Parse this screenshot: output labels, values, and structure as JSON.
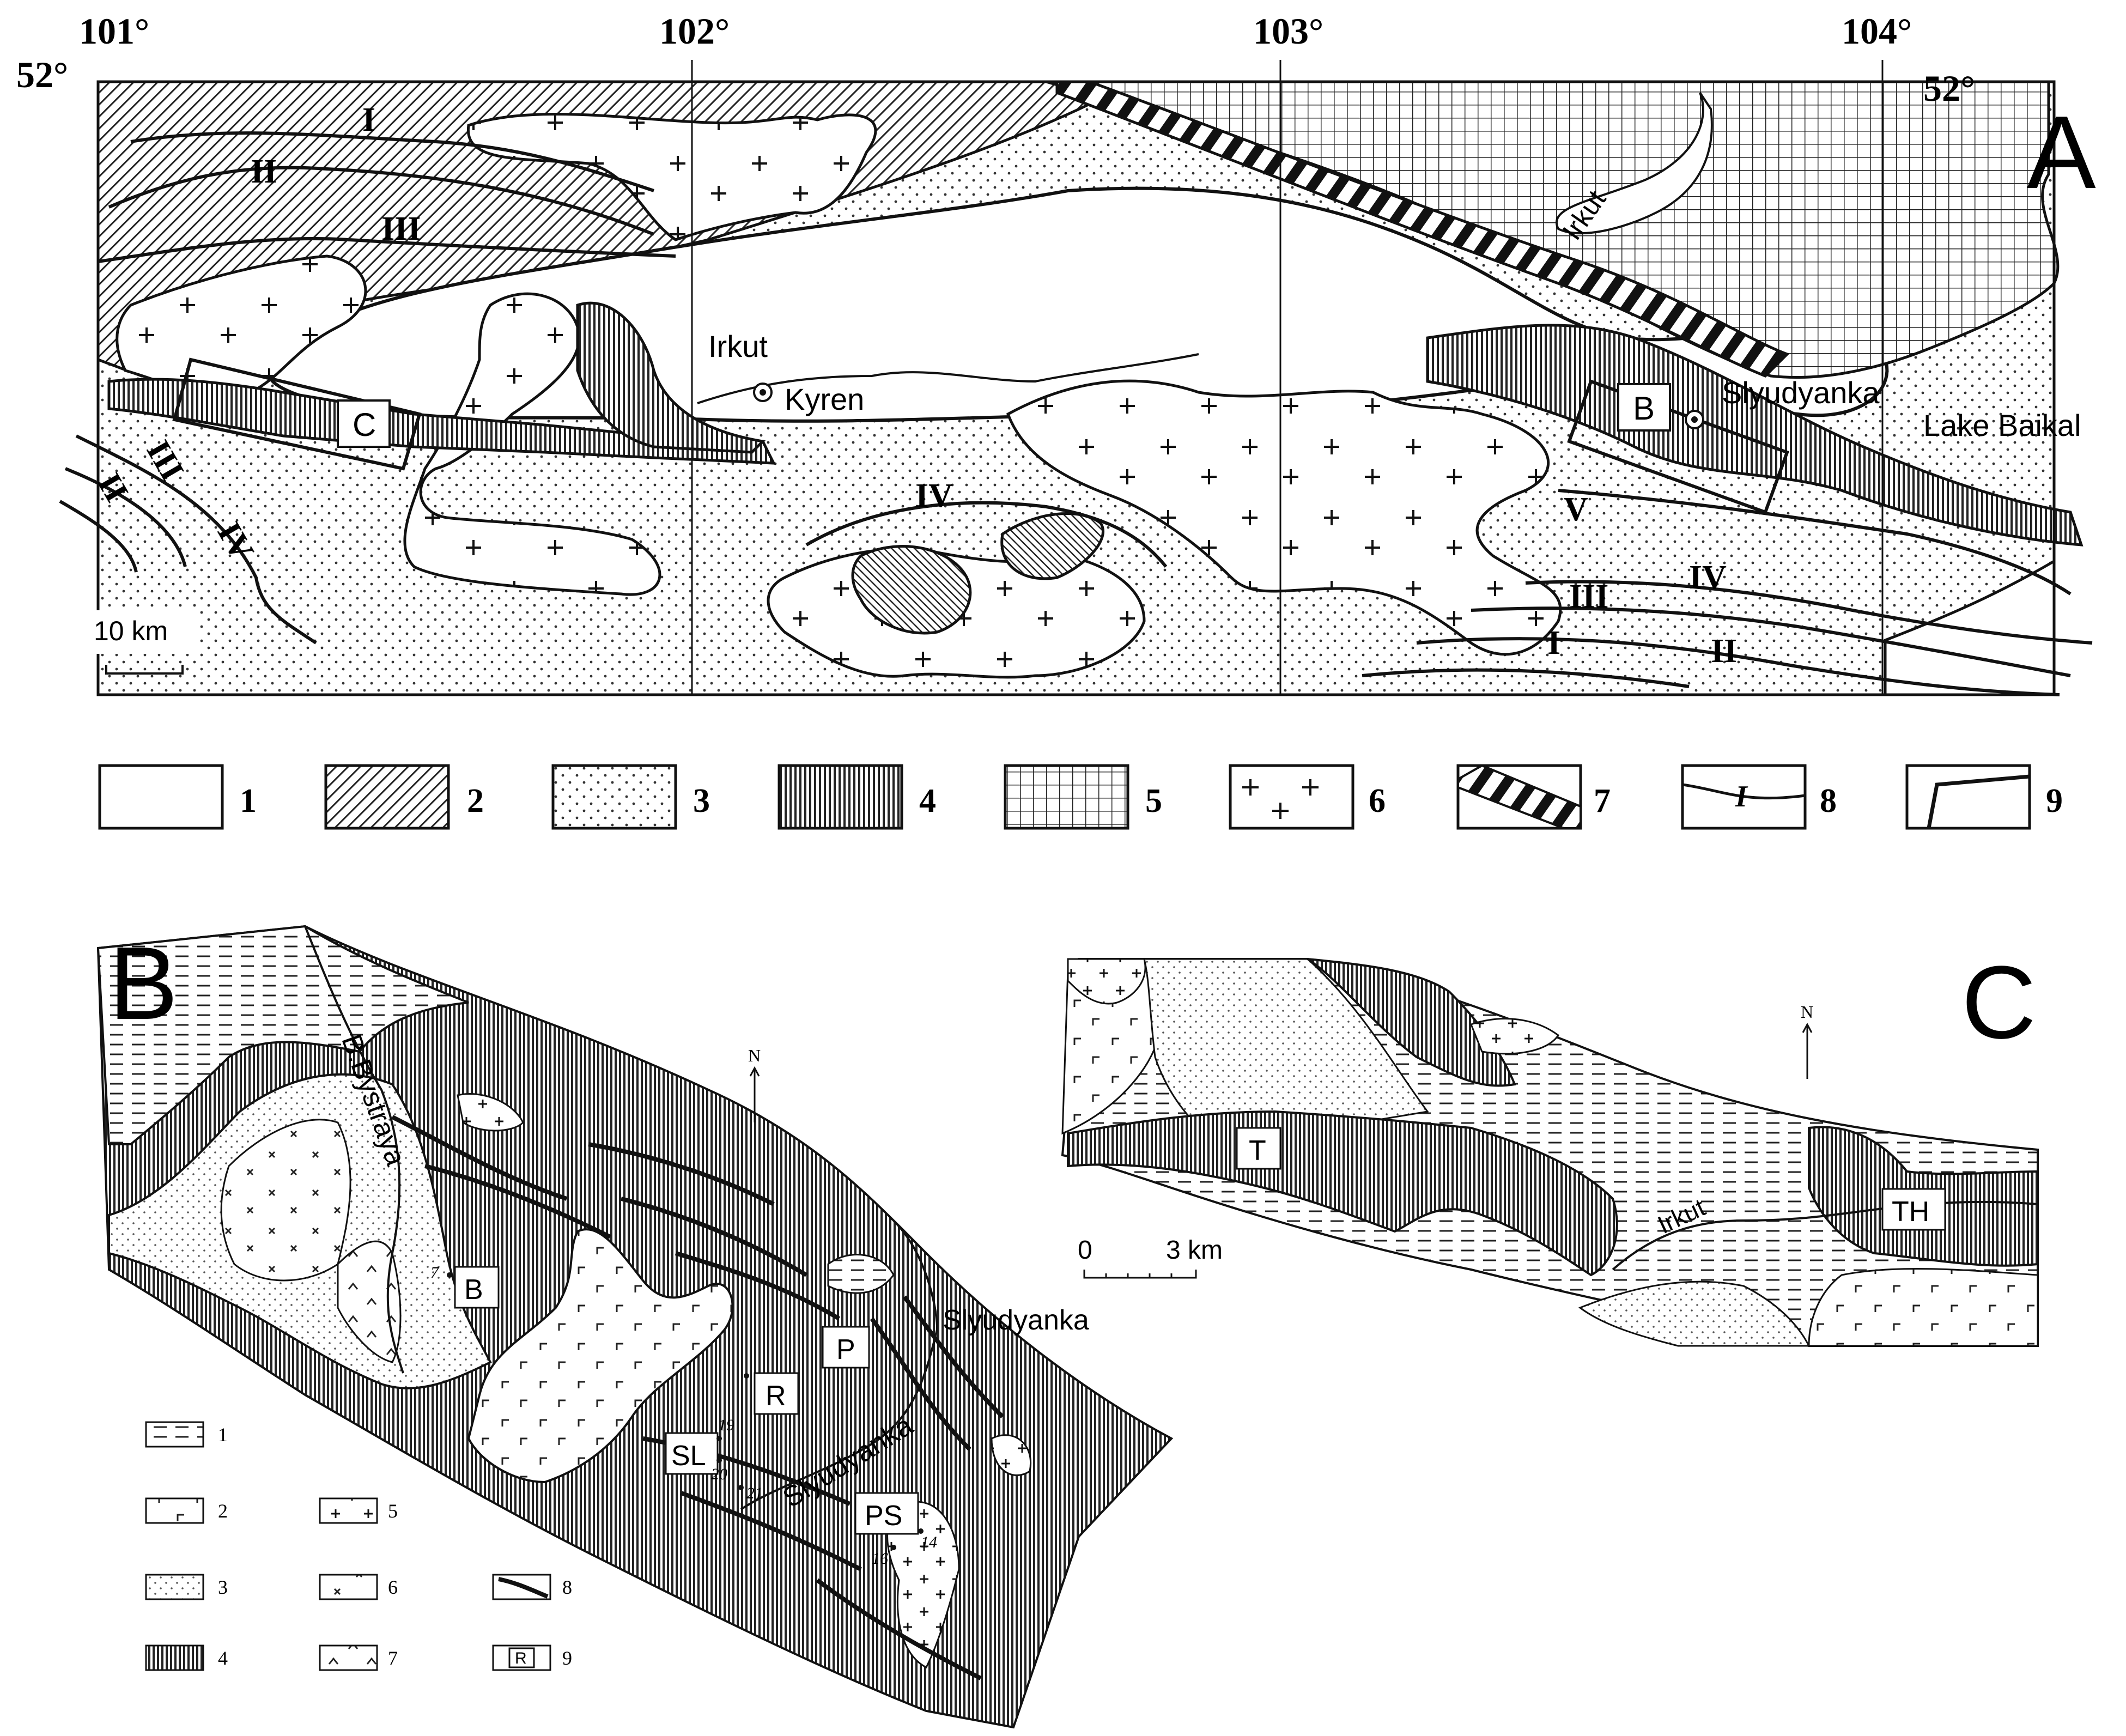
{
  "panel_a": {
    "letter": "A",
    "lon_labels": [
      "101°",
      "102°",
      "103°",
      "104°"
    ],
    "lat_label": "52°",
    "places": {
      "irkut_river": "Irkut",
      "irkut_north": "Irkut",
      "kyren": "Kyren",
      "slyudyanka": "Slyudyanka",
      "lake_baikal": "Lake Baikal"
    },
    "box_labels": [
      "C",
      "B"
    ],
    "zones": [
      "I",
      "II",
      "III",
      "IV",
      "V"
    ],
    "scale_label": "10 km",
    "legend": [
      "1",
      "2",
      "3",
      "4",
      "5",
      "6",
      "7",
      "8",
      "9"
    ],
    "legend_line_symbol": "I"
  },
  "panel_b": {
    "letter": "B",
    "north": "N",
    "places": {
      "bystraya": "B.Bystraya",
      "slyudyanka_town": "Slyudyanka",
      "slyudyanka_river": "Slyudyanka"
    },
    "site_labels": [
      "B",
      "P",
      "R",
      "SL",
      "PS"
    ],
    "sample_numbers": [
      "7",
      "19",
      "20",
      "21",
      "14",
      "16"
    ],
    "legend": [
      "1",
      "2",
      "3",
      "4",
      "5",
      "6",
      "7",
      "8",
      "9"
    ],
    "legend_box_symbol": "R"
  },
  "panel_c": {
    "letter": "C",
    "north": "N",
    "scale": [
      "0",
      "3 km"
    ],
    "river": "Irkut",
    "site_labels": [
      "T",
      "TH"
    ]
  }
}
